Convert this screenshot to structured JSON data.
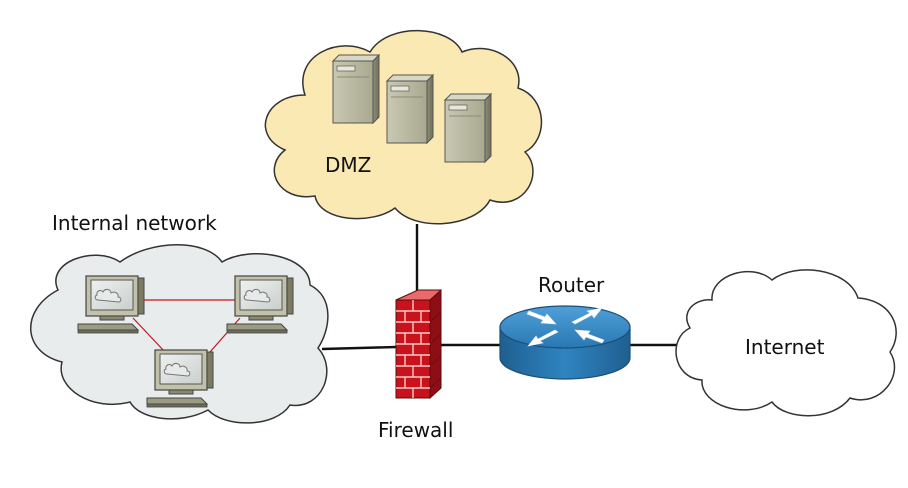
{
  "labels": {
    "dmz": "DMZ",
    "internal_network": "Internal network",
    "router": "Router",
    "firewall": "Firewall",
    "internet": "Internet"
  },
  "nodes": {
    "dmz_servers": [
      "server",
      "server",
      "server"
    ],
    "internal_computers": [
      "computer",
      "computer",
      "computer"
    ]
  },
  "colors": {
    "dmz_cloud": "#fbe9b4",
    "internal_cloud": "#e8ecec",
    "internet_cloud": "#ffffff",
    "firewall_brick": "#c8131d",
    "router_blue": "#2c7ab6",
    "lan_link": "#c4161c",
    "link": "#111111"
  },
  "icons": {
    "firewall": "firewall-icon",
    "router": "router-icon",
    "server": "server-icon",
    "computer": "computer-icon"
  }
}
